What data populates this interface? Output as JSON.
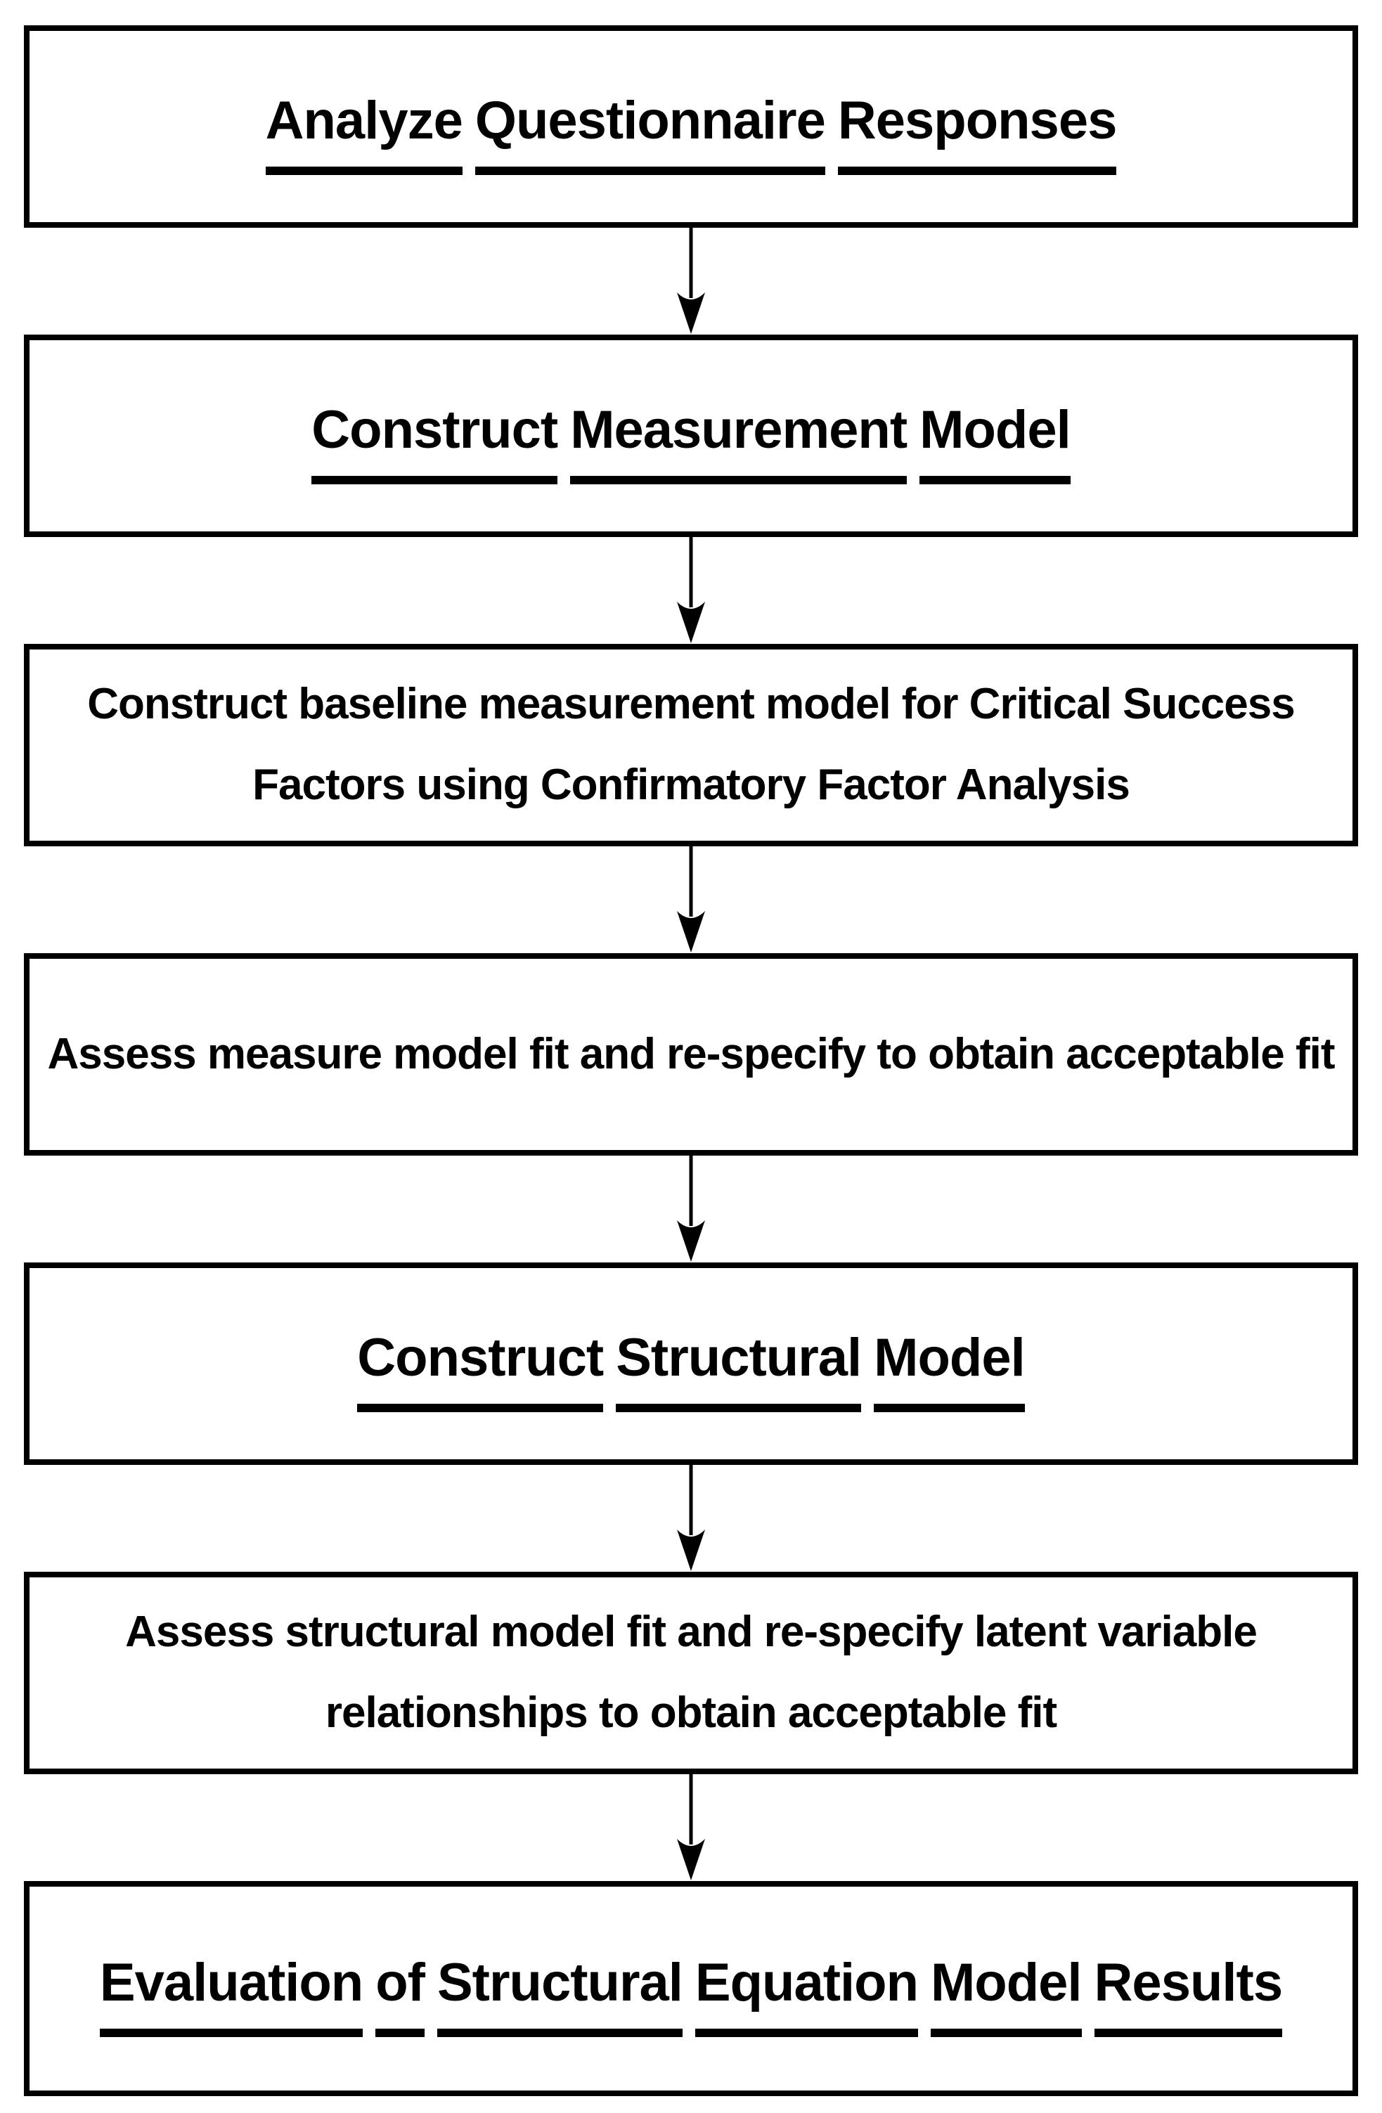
{
  "diagram": {
    "type": "flowchart",
    "direction": "top-down",
    "colors": {
      "background": "#ffffff",
      "box_fill": "#ffffff",
      "box_border": "#000000",
      "text": "#000000",
      "arrow": "#000000"
    },
    "boxes": [
      {
        "id": "analyze-questionnaire-responses",
        "label": "Analyze Questionnaire Responses",
        "emphasis": "underlined-heading"
      },
      {
        "id": "construct-measurement-model",
        "label": "Construct Measurement Model",
        "emphasis": "underlined-heading"
      },
      {
        "id": "construct-baseline-measurement-model",
        "label": "Construct baseline measurement model for Critical Success Factors using Confirmatory Factor Analysis",
        "emphasis": "plain"
      },
      {
        "id": "assess-measure-model-fit",
        "label": "Assess measure model fit and re-specify to obtain acceptable fit",
        "emphasis": "plain"
      },
      {
        "id": "construct-structural-model",
        "label": "Construct Structural Model",
        "emphasis": "underlined-heading"
      },
      {
        "id": "assess-structural-model-fit",
        "label": "Assess structural model fit and re-specify latent variable relationships to obtain acceptable fit",
        "emphasis": "plain"
      },
      {
        "id": "evaluation-of-sem-results",
        "label": "Evaluation of Structural Equation Model Results",
        "emphasis": "underlined-heading"
      }
    ],
    "connectors": [
      {
        "from": 0,
        "to": 1,
        "icon": "down-arrow-icon"
      },
      {
        "from": 1,
        "to": 2,
        "icon": "down-arrow-icon"
      },
      {
        "from": 2,
        "to": 3,
        "icon": "down-arrow-icon"
      },
      {
        "from": 3,
        "to": 4,
        "icon": "down-arrow-icon"
      },
      {
        "from": 4,
        "to": 5,
        "icon": "down-arrow-icon"
      },
      {
        "from": 5,
        "to": 6,
        "icon": "down-arrow-icon"
      }
    ]
  }
}
